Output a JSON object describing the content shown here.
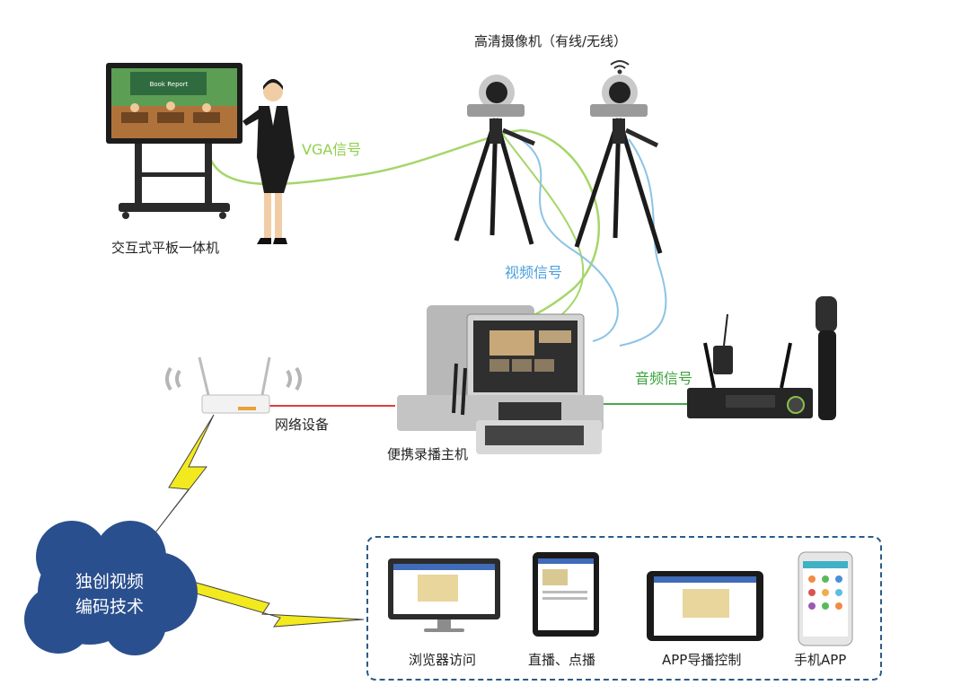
{
  "labels": {
    "camera_title": "高清摄像机（有线/无线）",
    "smartboard": "交互式平板一体机",
    "recorder": "便携录播主机",
    "network": "网络设备",
    "vga_signal": "VGA信号",
    "video_signal": "视频信号",
    "audio_signal": "音频信号",
    "cloud_line1": "独创视频",
    "cloud_line2": "编码技术"
  },
  "board_screen_text": "Book Report",
  "clients": [
    {
      "label": "浏览器访问"
    },
    {
      "label": "直播、点播"
    },
    {
      "label": "APP导播控制"
    },
    {
      "label": "手机APP"
    }
  ],
  "colors": {
    "vga_line": "#a5d66a",
    "video_line": "#8cc3e6",
    "audio_line": "#4ca64c",
    "network_line": "#e23c3c",
    "cloud": "#2a4f8e",
    "lightning": "#f2ea1e",
    "dashed_border": "#2a5b8a",
    "vga_text": "#8fd04a",
    "video_text": "#4a9fdc",
    "audio_text": "#3ca23c"
  }
}
